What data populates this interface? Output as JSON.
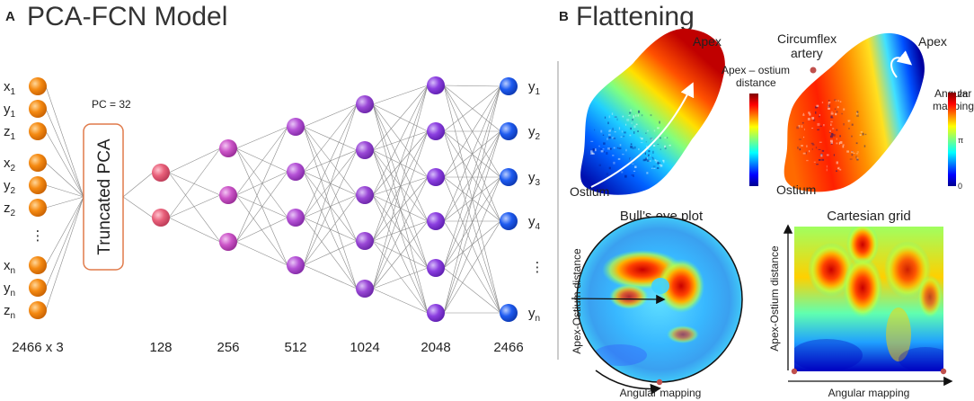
{
  "panel_a": {
    "letter": "A",
    "title": "PCA-FCN Model",
    "pc_label": "PC = 32",
    "pca_box_label": "Truncated PCA",
    "inputs": [
      {
        "base": "x",
        "sub": "1"
      },
      {
        "base": "y",
        "sub": "1"
      },
      {
        "base": "z",
        "sub": "1"
      },
      {
        "base": "x",
        "sub": "2"
      },
      {
        "base": "y",
        "sub": "2"
      },
      {
        "base": "z",
        "sub": "2"
      },
      {
        "base": "⋮",
        "sub": ""
      },
      {
        "base": "x",
        "sub": "n"
      },
      {
        "base": "y",
        "sub": "n"
      },
      {
        "base": "z",
        "sub": "n"
      }
    ],
    "outputs": [
      {
        "base": "y",
        "sub": "1"
      },
      {
        "base": "y",
        "sub": "2"
      },
      {
        "base": "y",
        "sub": "3"
      },
      {
        "base": "y",
        "sub": "4"
      },
      {
        "base": "⋮",
        "sub": ""
      },
      {
        "base": "y",
        "sub": "n"
      }
    ],
    "layer_sizes": [
      "2466 x 3",
      "128",
      "256",
      "512",
      "1024",
      "2048",
      "2466"
    ],
    "colors": {
      "input_node": "#f58a12",
      "layer_128": "#e8607a",
      "layer_256": "#cc55c8",
      "layer_512": "#b552d6",
      "layer_1024": "#9a48d6",
      "layer_2048": "#8c3fe0",
      "output_node": "#1e5bf0",
      "pca_box_border": "#e07a4a"
    }
  },
  "panel_b": {
    "letter": "B",
    "title": "Flattening",
    "mesh_left": {
      "apex_label": "Apex",
      "ostium_label": "Ostium",
      "colorbar_label_line1": "Apex – ostium",
      "colorbar_label_line2": "distance"
    },
    "mesh_right": {
      "apex_label": "Apex",
      "ostium_label": "Ostium",
      "artery_line1": "Circumflex",
      "artery_line2": "artery",
      "colorbar_label_line1": "Angular",
      "colorbar_label_line2": "mapping",
      "colorbar_ticks": [
        "2π",
        "π",
        "0"
      ]
    },
    "bullseye": {
      "title": "Bull’s eye plot",
      "y_label": "Apex-Ostium distance",
      "x_label": "Angular mapping"
    },
    "cartesian": {
      "title": "Cartesian grid",
      "y_label": "Apex-Ostium distance",
      "x_label": "Angular mapping"
    }
  }
}
